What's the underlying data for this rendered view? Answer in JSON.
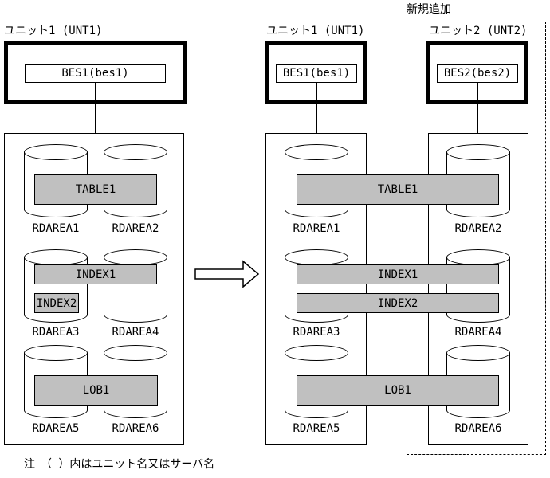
{
  "colors": {
    "bar_fill": "#c0c0c0",
    "line": "#000000",
    "background": "#ffffff"
  },
  "before": {
    "unit1_label": "ユニット1 (UNT1)",
    "server1": "BES1(bes1)",
    "table1": "TABLE1",
    "index1": "INDEX1",
    "index2": "INDEX2",
    "lob1": "LOB1",
    "rdareas": [
      "RDAREA1",
      "RDAREA2",
      "RDAREA3",
      "RDAREA4",
      "RDAREA5",
      "RDAREA6"
    ]
  },
  "after": {
    "new_addition_label": "新規追加",
    "unit1_label": "ユニット1 (UNT1)",
    "server1": "BES1(bes1)",
    "unit2_label": "ユニット2 (UNT2)",
    "server2": "BES2(bes2)",
    "table1": "TABLE1",
    "index1": "INDEX1",
    "index2": "INDEX2",
    "lob1": "LOB1",
    "rdareas": [
      "RDAREA1",
      "RDAREA2",
      "RDAREA3",
      "RDAREA4",
      "RDAREA5",
      "RDAREA6"
    ]
  },
  "note": "注　（ ）内はユニット名又はサーバ名"
}
